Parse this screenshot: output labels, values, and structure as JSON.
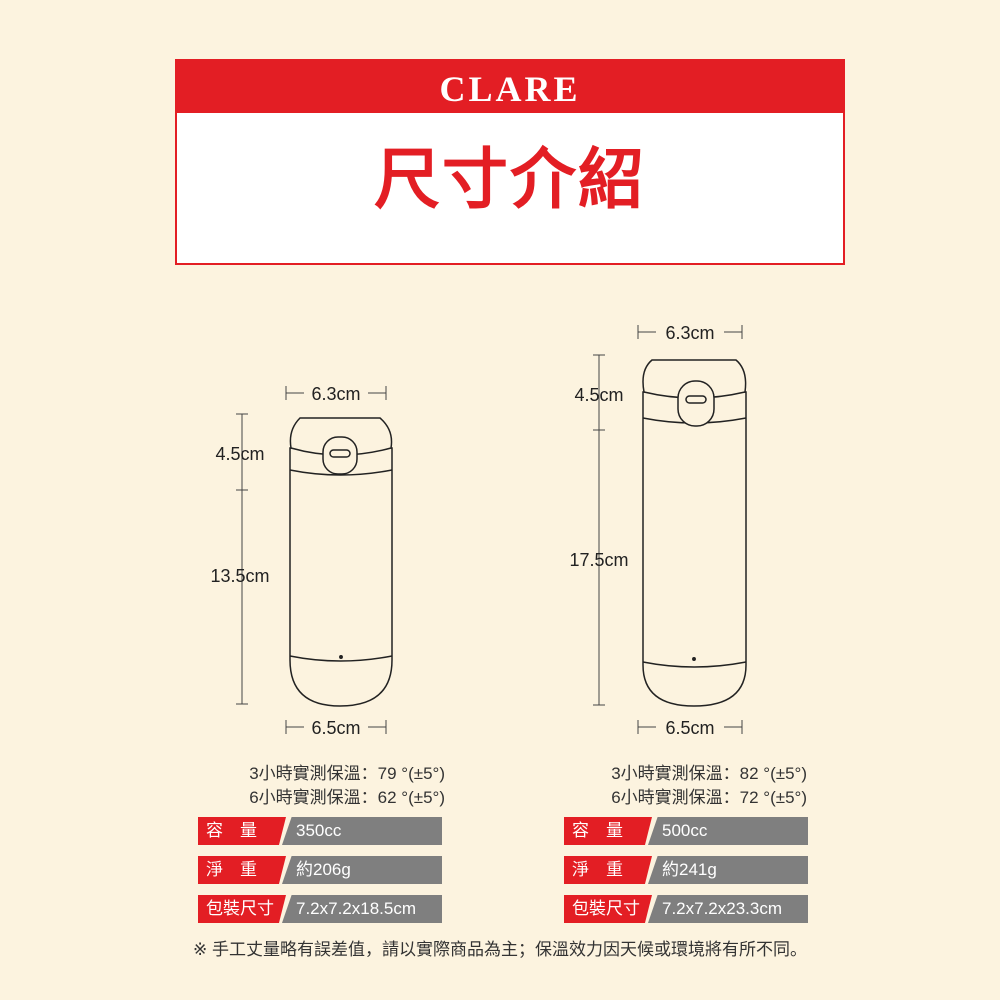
{
  "header": {
    "brand": "CLARE",
    "title": "尺寸介紹"
  },
  "left_bottle": {
    "top_width": "6.3cm",
    "cap_height": "4.5cm",
    "body_height": "13.5cm",
    "bottom_width": "6.5cm",
    "temp_3h": "3小時實測保溫：79 °(±5°)",
    "temp_6h": "6小時實測保溫：62 °(±5°)",
    "capacity_label": "容　量",
    "capacity": "350cc",
    "weight_label": "淨　重",
    "weight": "約206g",
    "package_label": "包裝尺寸",
    "package": "7.2x7.2x18.5cm"
  },
  "right_bottle": {
    "top_width": "6.3cm",
    "cap_height": "4.5cm",
    "body_height": "17.5cm",
    "bottom_width": "6.5cm",
    "temp_3h": "3小時實測保溫：82 °(±5°)",
    "temp_6h": "6小時實測保溫：72 °(±5°)",
    "capacity_label": "容　量",
    "capacity": "500cc",
    "weight_label": "淨　重",
    "weight": "約241g",
    "package_label": "包裝尺寸",
    "package": "7.2x7.2x23.3cm"
  },
  "footnote": "※ 手工丈量略有誤差值，請以實際商品為主；保溫效力因天候或環境將有所不同。",
  "colors": {
    "accent": "#e31e24",
    "value_bg": "#7f7f7f",
    "background": "#fcf3df"
  }
}
